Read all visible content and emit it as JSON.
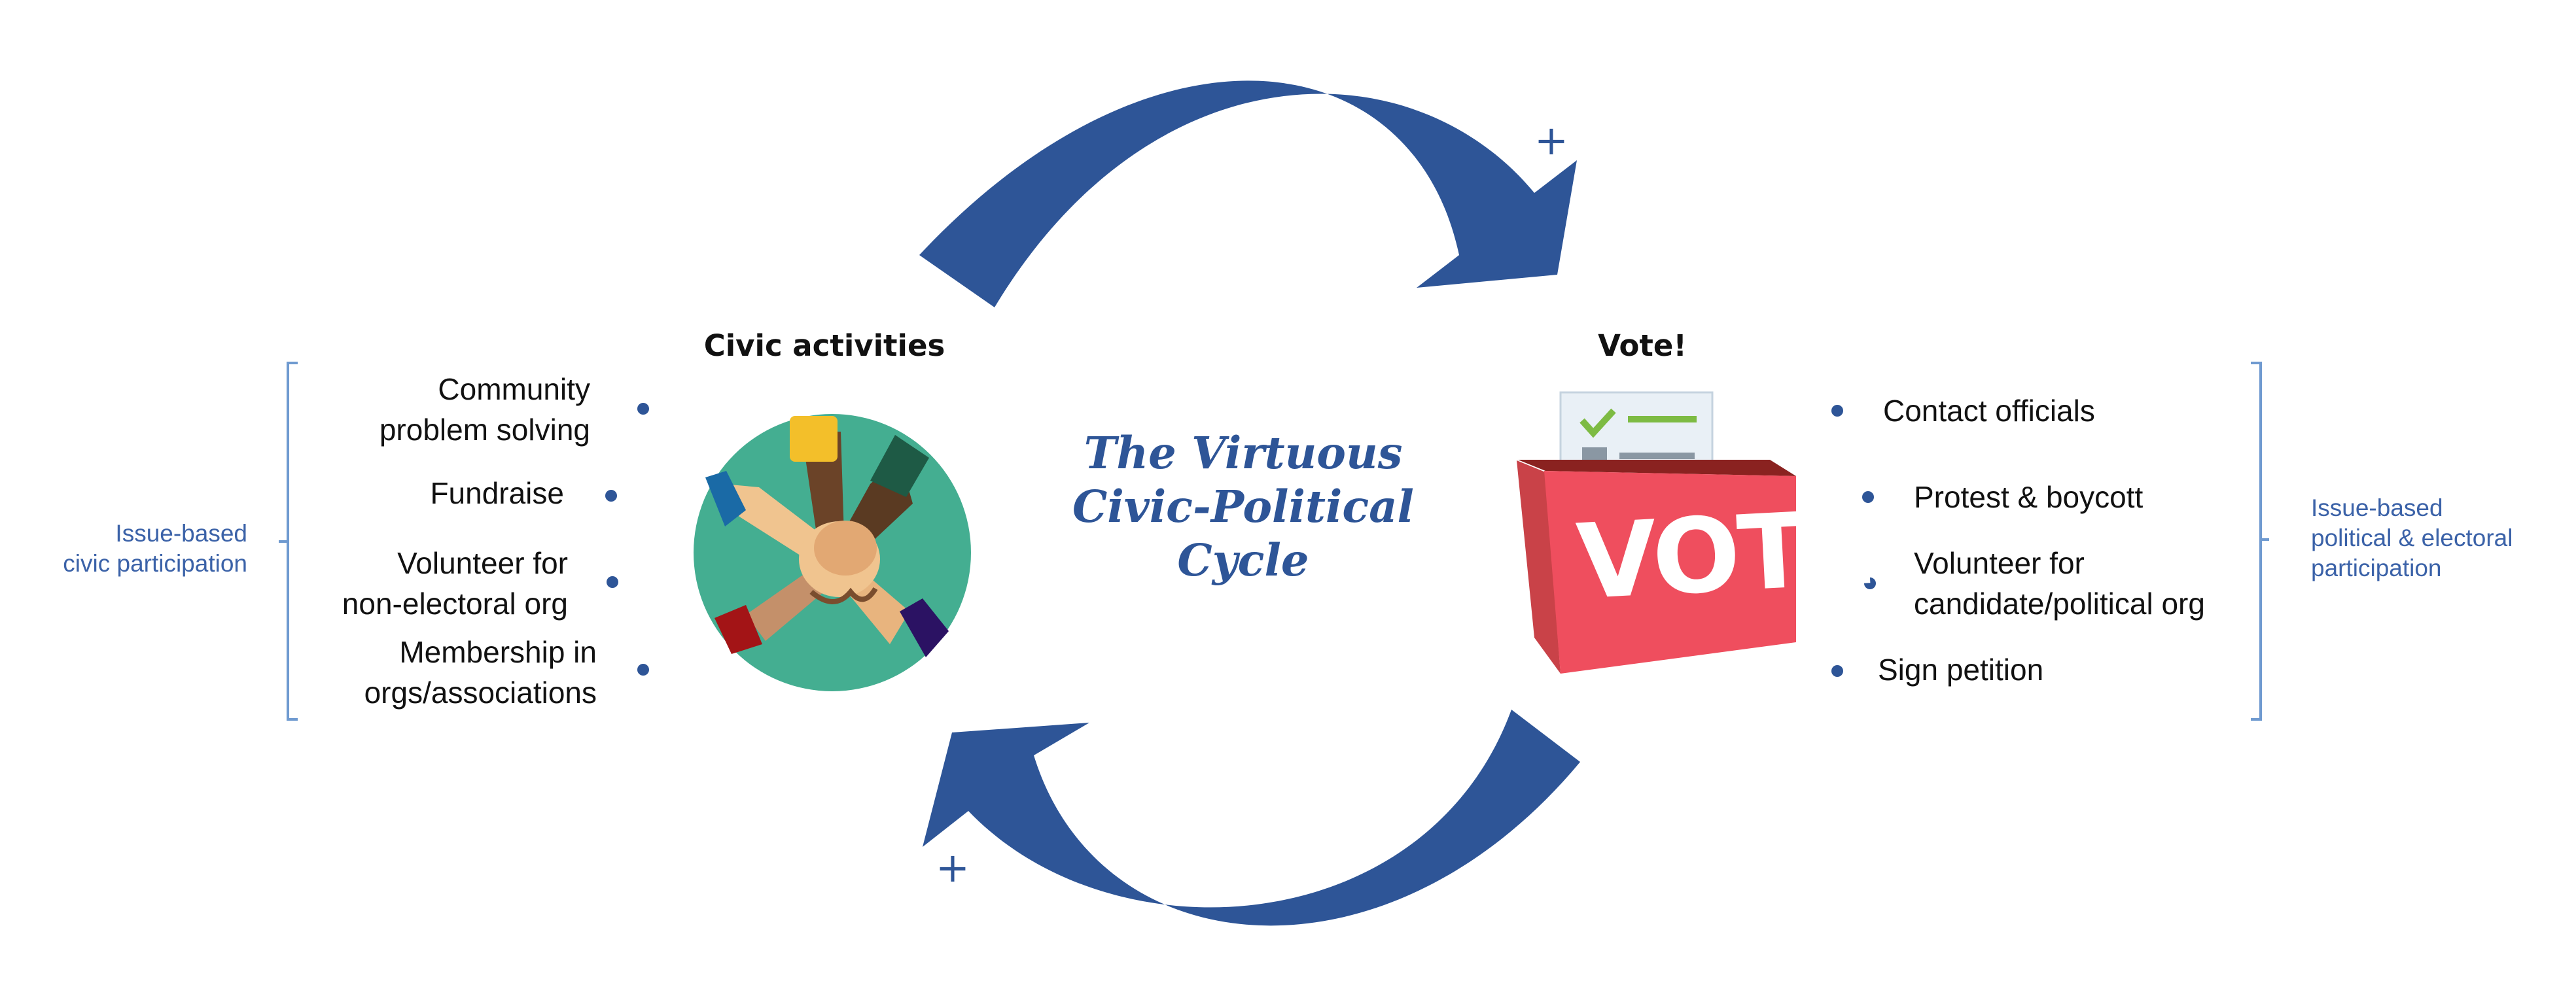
{
  "title": {
    "line1": "The Virtuous",
    "line2": "Civic-Political Cycle"
  },
  "civic": {
    "heading": "Civic activities",
    "side_label": {
      "line1": "Issue-based",
      "line2": "civic participation"
    },
    "items": [
      {
        "line1": "Community",
        "line2": "problem solving"
      },
      {
        "line1": "Fundraise",
        "line2": ""
      },
      {
        "line1": "Volunteer for",
        "line2": "non-electoral org"
      },
      {
        "line1": "Membership in",
        "line2": "orgs/associations"
      }
    ]
  },
  "vote": {
    "heading": "Vote!",
    "box_text": "VOTE",
    "side_label": {
      "line1": "Issue-based",
      "line2": "political & electoral",
      "line3": "participation"
    },
    "items": [
      {
        "line1": "Contact officials",
        "line2": ""
      },
      {
        "line1": "Protest & boycott",
        "line2": ""
      },
      {
        "line1": "Volunteer for",
        "line2": "candidate/political org"
      },
      {
        "line1": "Sign petition",
        "line2": ""
      }
    ]
  },
  "arrows": {
    "top_sign": "+",
    "bottom_sign": "+"
  },
  "colors": {
    "arrow": "#2e5597",
    "bracket": "#6f9ad0",
    "circle": "#44ae91",
    "box_front": "#ef4e5e",
    "box_side": "#c94248",
    "box_lid": "#8a2220"
  }
}
